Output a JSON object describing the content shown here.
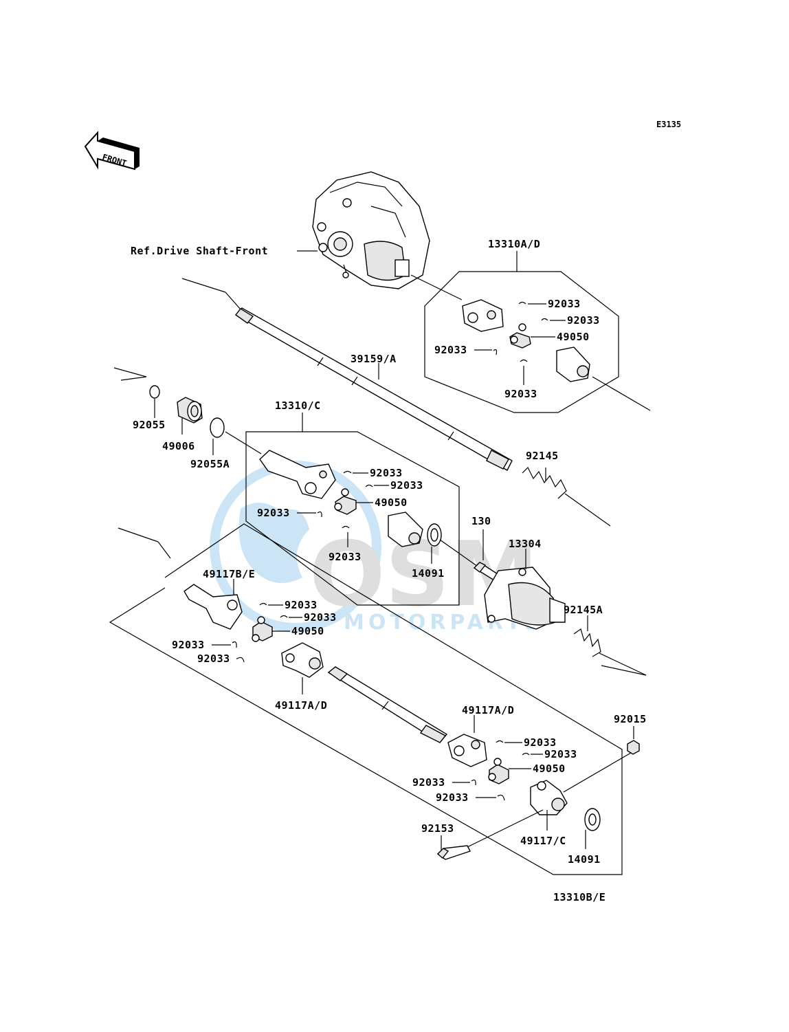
{
  "diagram_code": "E3135",
  "front_label": "FRONT",
  "watermark": {
    "brand": "OSM",
    "sub": "MOTORPARTS",
    "color": "#4aa3df"
  },
  "labels": {
    "ref_drive_shaft_front": "Ref.Drive Shaft-Front",
    "p13310AD": "13310A/D",
    "p39159A": "39159/A",
    "p13310C": "13310/C",
    "p92055": "92055",
    "p49006": "49006",
    "p92055A": "92055A",
    "p92145": "92145",
    "p130": "130",
    "p13304": "13304",
    "p14091_a": "14091",
    "p92145A": "92145A",
    "p49117BE": "49117B/E",
    "p49117AD_a": "49117A/D",
    "p49117AD_b": "49117A/D",
    "p92015": "92015",
    "p92153": "92153",
    "p49117C": "49117/C",
    "p14091_b": "14091",
    "p13310BE": "13310B/E",
    "p92033": "92033",
    "p49050": "49050"
  }
}
